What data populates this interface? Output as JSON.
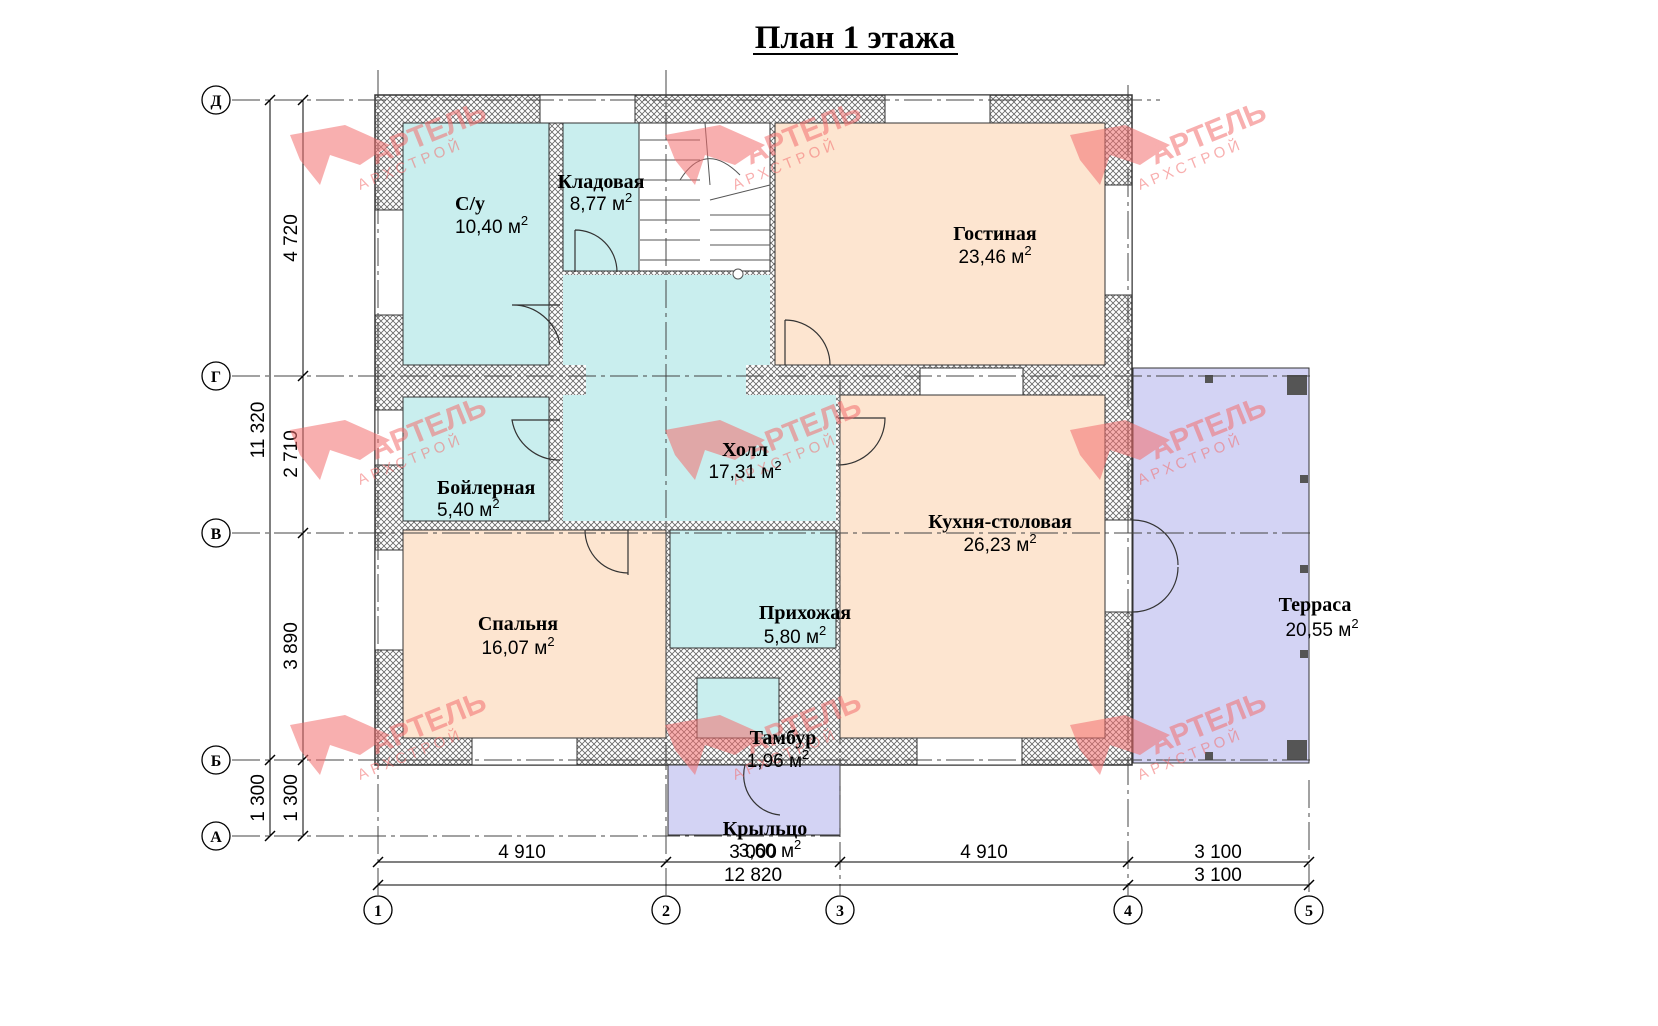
{
  "title": "План 1 этажа",
  "area_unit": "м",
  "area_exp": "2",
  "rooms": [
    {
      "name": "С/у",
      "area": "10,40",
      "color": "#c9eeee"
    },
    {
      "name": "Кладовая",
      "area": "8,77",
      "color": "#c9eeee"
    },
    {
      "name": "Гостиная",
      "area": "23,46",
      "color": "#fde5d0"
    },
    {
      "name": "Холл",
      "area": "17,31",
      "color": "#c9eeee"
    },
    {
      "name": "Бойлерная",
      "area": "5,40",
      "color": "#c9eeee"
    },
    {
      "name": "Кухня-столовая",
      "area": "26,23",
      "color": "#fde5d0"
    },
    {
      "name": "Спальня",
      "area": "16,07",
      "color": "#fde5d0"
    },
    {
      "name": "Прихожая",
      "area": "5,80",
      "color": "#c9eeee"
    },
    {
      "name": "Тамбур",
      "area": "1,96",
      "color": "#c9eeee"
    },
    {
      "name": "Терраса",
      "area": "20,55",
      "color": "#d3d3f4"
    },
    {
      "name": "Крыльцо",
      "area": "3,60",
      "color": "#d3d3f4"
    }
  ],
  "axes": {
    "letters": [
      "Д",
      "Г",
      "В",
      "Б",
      "А"
    ],
    "numbers": [
      "1",
      "2",
      "3",
      "4",
      "5"
    ]
  },
  "dimensions": {
    "bottom_row1": [
      "4 910",
      "3 000",
      "4 910",
      "3 100"
    ],
    "bottom_row2": [
      "12 820",
      "3 100"
    ],
    "left_inner": [
      "4 720",
      "2 710",
      "3 890",
      "1 300"
    ],
    "left_total": "11 320",
    "left_total_porch": "1 300"
  },
  "watermark": {
    "brand": "АРТЕЛЬ",
    "sub": "АРХСТРОЙ",
    "color": "#f26d6d"
  },
  "colors": {
    "wet": "#c9eeee",
    "living": "#fde5d0",
    "terrace": "#d3d3f4",
    "wall_hatch": "#555555"
  }
}
